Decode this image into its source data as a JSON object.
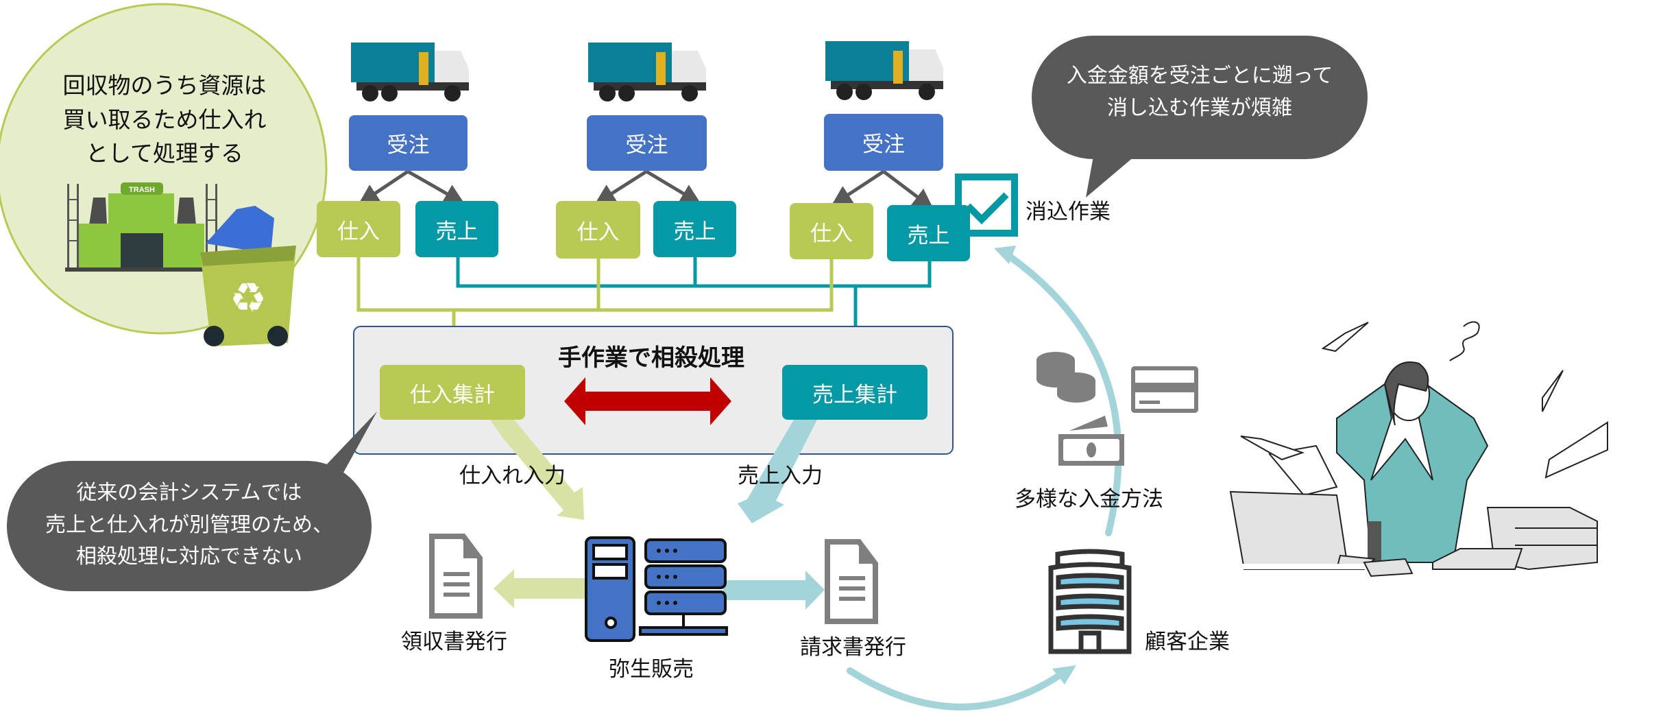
{
  "colors": {
    "order_box": "#4472c4",
    "purchase_box": "#b9c953",
    "sales_box": "#0599a6",
    "purchase_line": "#b9c953",
    "sales_line": "#0599a6",
    "bubble": "#595959",
    "circle_fill": "#e6edca",
    "circle_stroke": "#b9c953",
    "flow_arrow_light_blue": "#a2d4da",
    "flow_arrow_light_green": "#d8e2a4",
    "offset_arrow": "#c00000",
    "panel_fill": "#ececec",
    "panel_border": "#2f5597"
  },
  "resource_note": {
    "lines": [
      "回収物のうち資源は",
      "買い取るため仕入れ",
      "として処理する"
    ],
    "factory_sign": "TRASH",
    "icon": "recycling-factory-and-bin-icon"
  },
  "orders": [
    {
      "truck_icon": "garbage-truck-icon",
      "order_label": "受注",
      "purchase_label": "仕入",
      "sales_label": "売上"
    },
    {
      "truck_icon": "garbage-truck-icon",
      "order_label": "受注",
      "purchase_label": "仕入",
      "sales_label": "売上"
    },
    {
      "truck_icon": "garbage-truck-icon",
      "order_label": "受注",
      "purchase_label": "仕入",
      "sales_label": "売上"
    }
  ],
  "reconcile": {
    "label": "消込作業",
    "icon": "checkbox-checked-icon"
  },
  "pain_bubble_top": {
    "lines": [
      "入金金額を受注ごとに遡って",
      "消し込む作業が煩雑"
    ]
  },
  "offset_panel": {
    "title": "手作業で相殺処理",
    "purchase_total": "仕入集計",
    "sales_total": "売上集計"
  },
  "flow_labels": {
    "purchase_input": "仕入れ入力",
    "sales_input": "売上入力"
  },
  "pain_bubble_left": {
    "lines": [
      "従来の会計システムでは",
      "売上と仕入れが別管理のため、",
      "相殺処理に対応できない"
    ]
  },
  "system": {
    "name": "弥生販売",
    "icon": "server-icon"
  },
  "documents": {
    "receipt": "領収書発行",
    "invoice": "請求書発行"
  },
  "payment": {
    "label": "多様な入金方法",
    "icons": [
      "coins-icon",
      "credit-card-icon",
      "cash-icon"
    ]
  },
  "customer": {
    "label": "顧客企業",
    "icon": "office-building-icon"
  },
  "illustration": {
    "name": "stressed-worker-illustration"
  }
}
